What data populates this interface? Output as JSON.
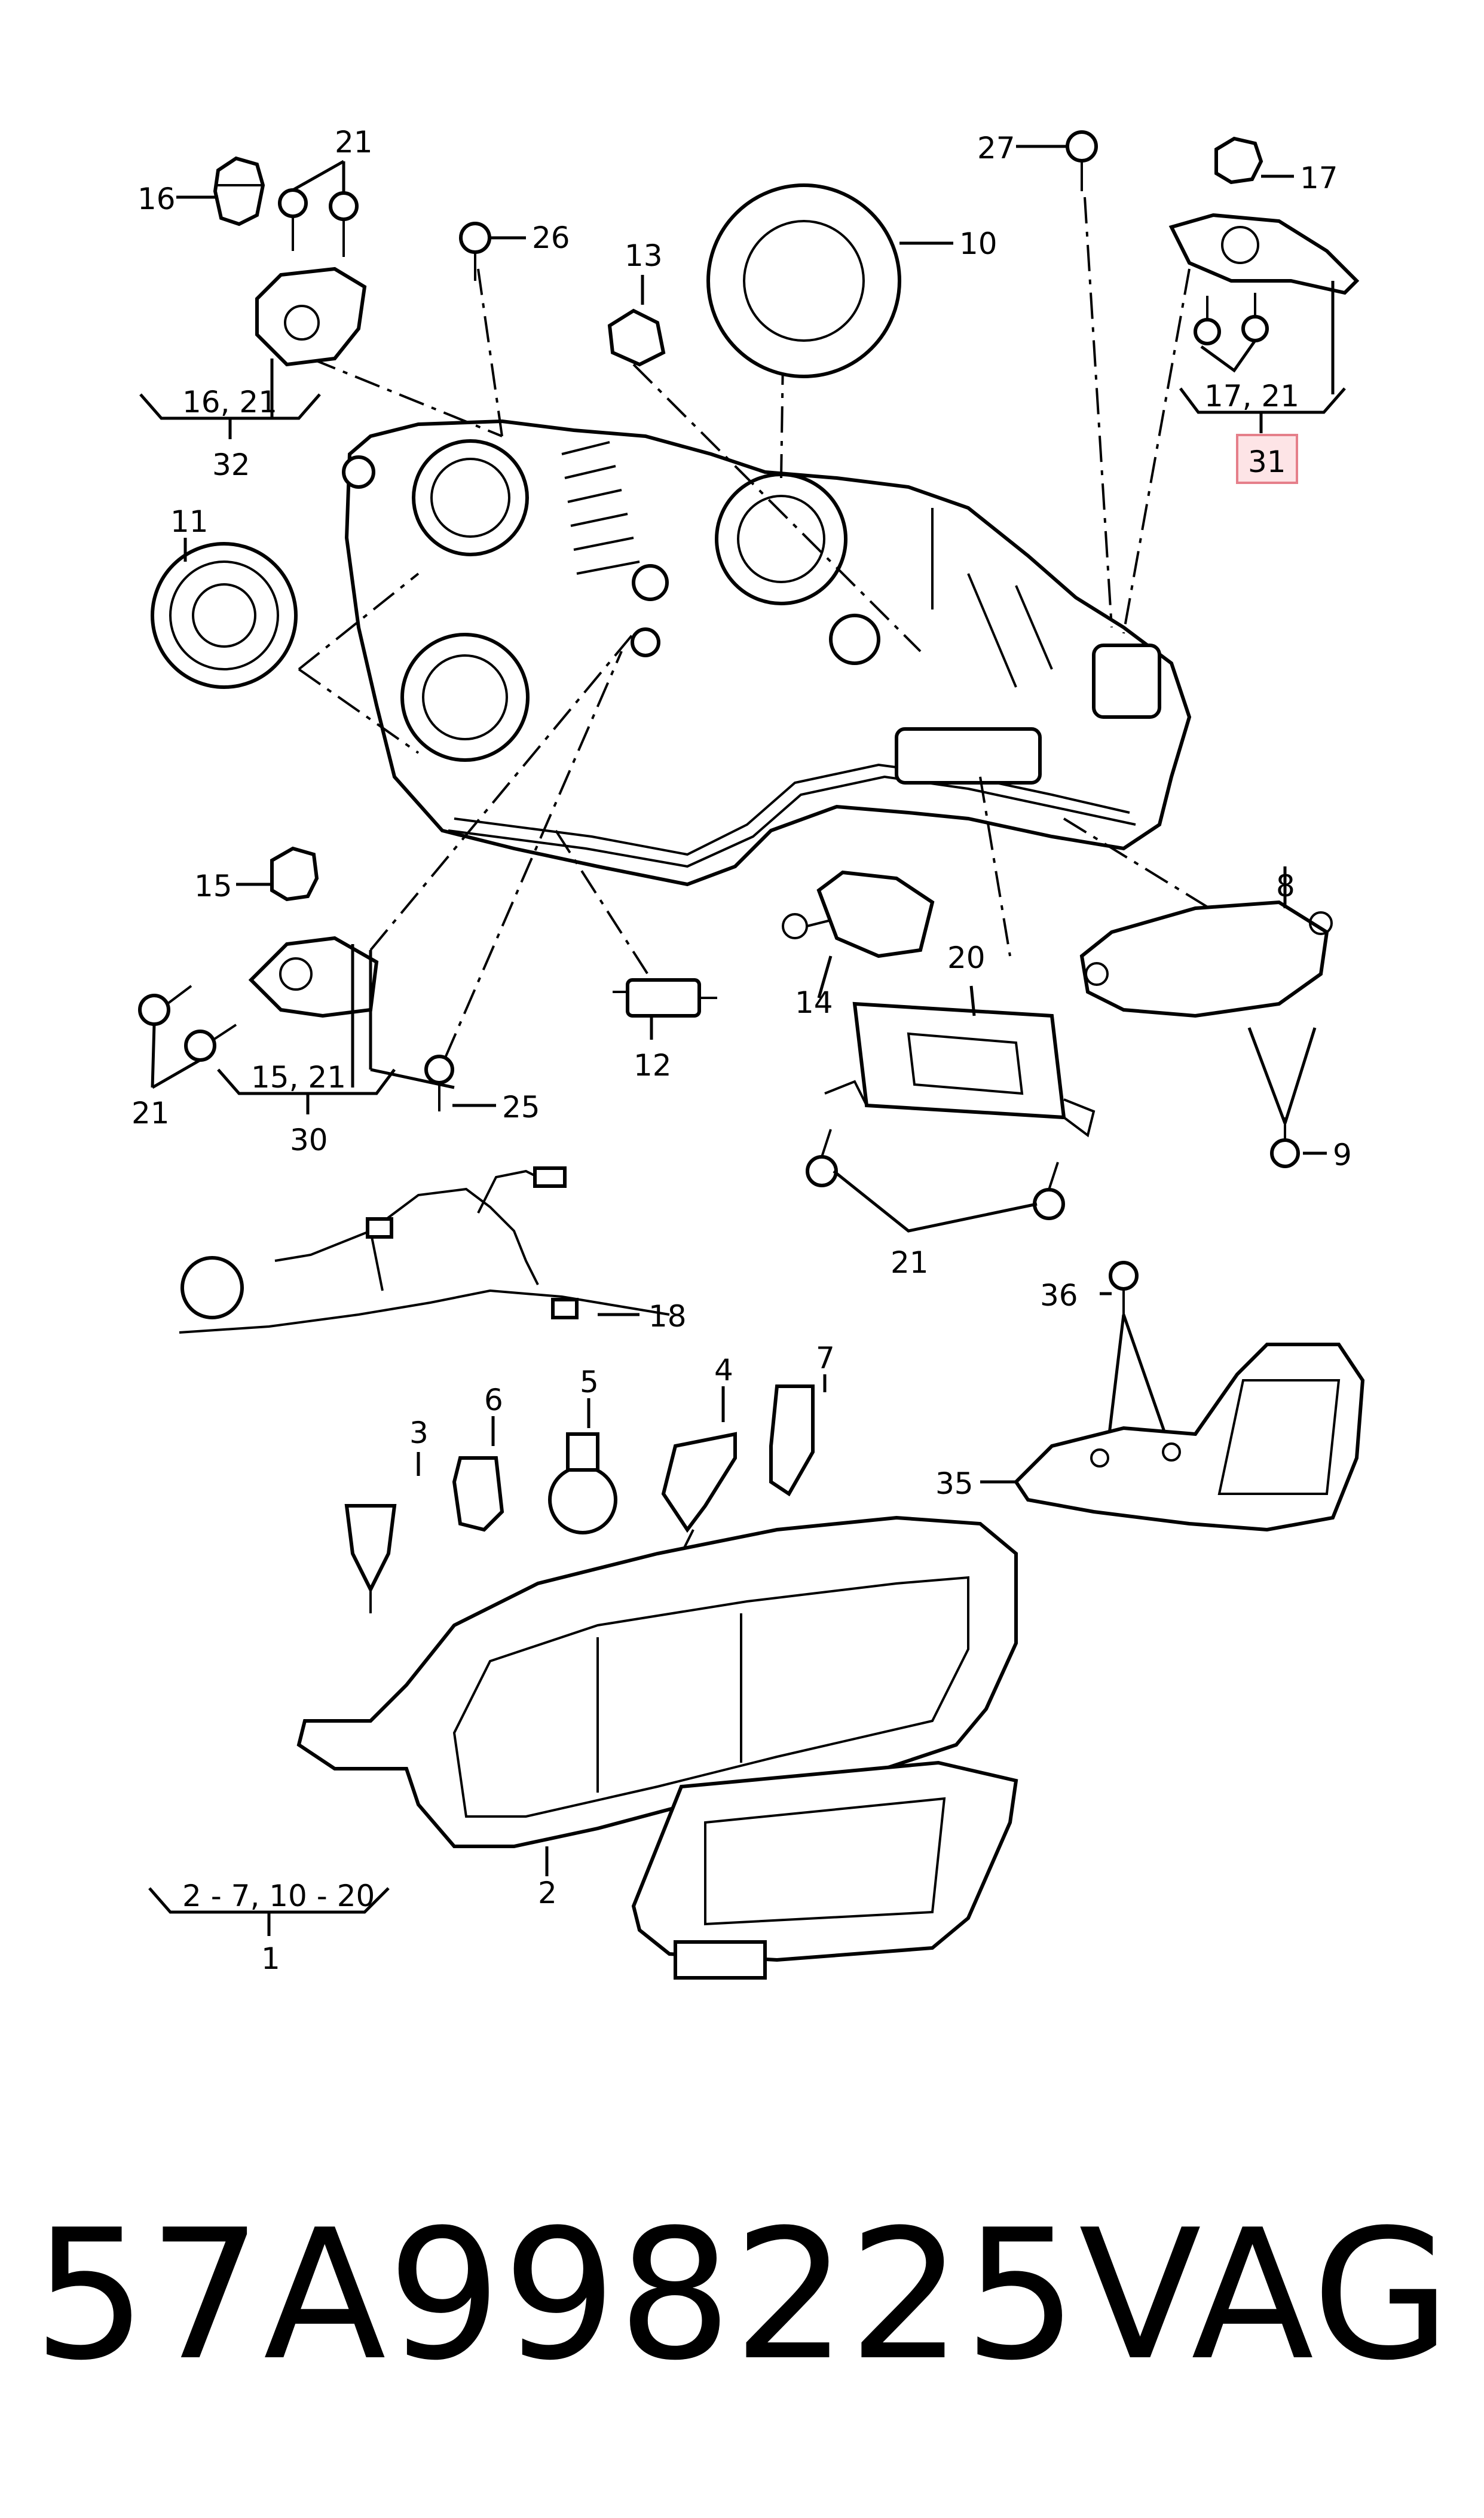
{
  "callouts": {
    "c16": "16",
    "c21a": "21",
    "c26": "26",
    "c13": "13",
    "c10": "10",
    "c27": "27",
    "c17": "17",
    "c11": "11",
    "c15": "15",
    "c8": "8",
    "c14": "14",
    "c20": "20",
    "c9": "9",
    "c21b": "21",
    "c25": "25",
    "c12": "12",
    "c21c": "21",
    "c18": "18",
    "c36": "36",
    "c3": "3",
    "c6": "6",
    "c5": "5",
    "c4": "4",
    "c7": "7",
    "c35": "35",
    "c2": "2"
  },
  "groups": {
    "g32": {
      "parts": "16, 21",
      "id": "32"
    },
    "g31": {
      "parts": "17, 21",
      "id": "31"
    },
    "g30": {
      "parts": "15, 21",
      "id": "30"
    },
    "g1": {
      "parts": "2 - 7, 10 - 20",
      "id": "1"
    }
  },
  "footer": {
    "part_number": "57A998225",
    "brand": "VAG"
  },
  "colors": {
    "highlight_fill": "#fde4e6",
    "highlight_stroke": "#e57f8a",
    "line": "#000000"
  }
}
